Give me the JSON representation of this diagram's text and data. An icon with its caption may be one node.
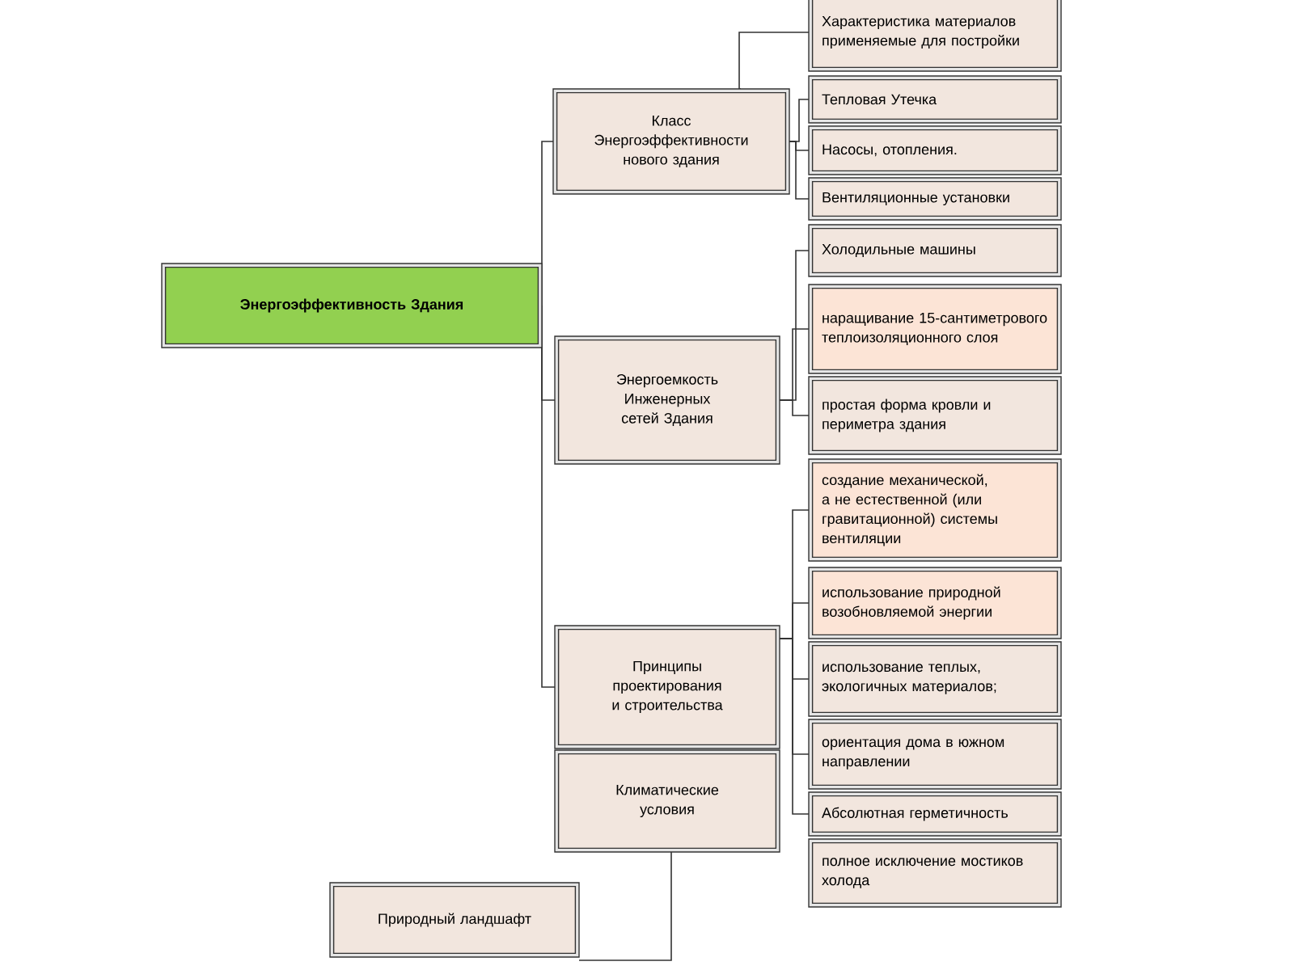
{
  "diagram": {
    "nodes": [
      {
        "text": [
          "Энергоэффективность Здания"
        ]
      },
      {
        "text": [
          "Класс Энергоэффективности нового здания"
        ]
      },
      {
        "text": [
          "Энергоемкость Инженерных сетей Здания"
        ]
      },
      {
        "text": [
          "Принципы проектирования и строительства"
        ]
      },
      {
        "text": [
          "Климатические условия"
        ]
      },
      {
        "text": [
          "Природный ландшафт"
        ]
      },
      {
        "text": [
          "Характеристика материалов применяемые для постройки"
        ]
      },
      {
        "text": [
          "Тепловая Утечка"
        ]
      },
      {
        "text": [
          "Насосы, отопления."
        ]
      },
      {
        "text": [
          "Вентиляционные установки"
        ]
      },
      {
        "text": [
          "Холодильные машины"
        ]
      },
      {
        "text": [
          "наращивание 15-сантиметрового теплоизоляционного слоя"
        ]
      },
      {
        "text": [
          "простая форма кровли и периметра здания"
        ]
      },
      {
        "text": [
          "создание механической, а не естественной (или гравитационной) системы вентиляции"
        ]
      },
      {
        "text": [
          "использование природной возобновляемой энергии"
        ]
      },
      {
        "text": [
          "использование теплых, экологичных материалов;"
        ]
      },
      {
        "text": [
          "ориентация дома в южном направлении"
        ]
      },
      {
        "text": [
          "Абсолютная герметичность"
        ]
      },
      {
        "text": [
          "полное исключение мостиков холода"
        ]
      }
    ],
    "edges": [
      {
        "from": 0,
        "to": 1,
        "arrow": "none"
      },
      {
        "from": 0,
        "to": 2,
        "arrow": "none"
      },
      {
        "from": 0,
        "to": 3,
        "arrow": "none"
      },
      {
        "from": 1,
        "to": 6,
        "arrow": "none"
      },
      {
        "from": 1,
        "to": 7,
        "arrow": "none"
      },
      {
        "from": 1,
        "to": 8,
        "arrow": "none"
      },
      {
        "from": 1,
        "to": 9,
        "arrow": "none"
      },
      {
        "from": 2,
        "to": 10,
        "arrow": "none"
      },
      {
        "from": 2,
        "to": 11,
        "arrow": "none"
      },
      {
        "from": 2,
        "to": 12,
        "arrow": "none"
      },
      {
        "from": 3,
        "to": 13,
        "arrow": "none"
      },
      {
        "from": 3,
        "to": 14,
        "arrow": "none"
      },
      {
        "from": 3,
        "to": 15,
        "arrow": "none"
      },
      {
        "from": 3,
        "to": 16,
        "arrow": "none"
      },
      {
        "from": 3,
        "to": 17,
        "arrow": "none"
      },
      {
        "from": 4,
        "to": 5,
        "arrow": "none"
      }
    ]
  }
}
